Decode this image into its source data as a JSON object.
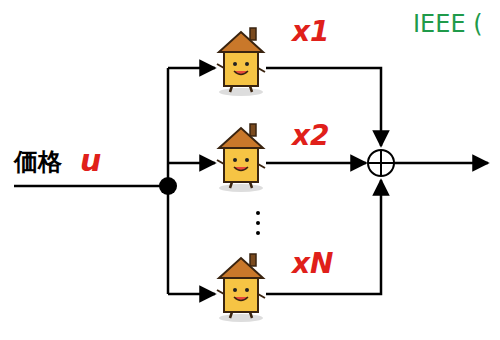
{
  "diagram": {
    "labels": [
      "IEEE (",
      "価格",
      "u",
      "x1",
      "x2",
      "xN"
    ]
  }
}
